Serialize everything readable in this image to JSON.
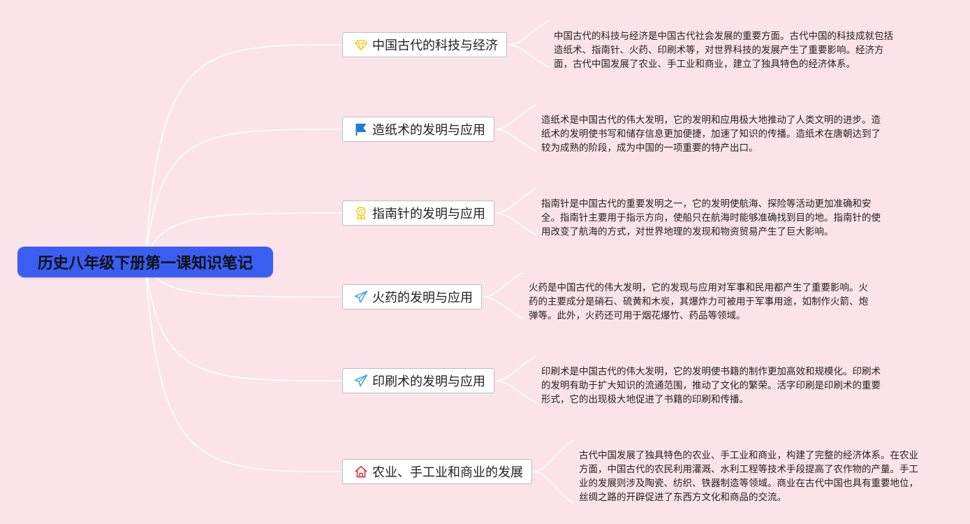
{
  "root": {
    "title": "历史八年级下册第一课知识笔记"
  },
  "topics": [
    {
      "label": "中国古代的科技与经济",
      "icon": "diamond-icon",
      "note": "中国古代的科技与经济是中国古代社会发展的重要方面。古代中国的科技成就包括造纸术、指南针、火药、印刷术等，对世界科技的发展产生了重要影响。经济方面，古代中国发展了农业、手工业和商业，建立了独具特色的经济体系。"
    },
    {
      "label": "造纸术的发明与应用",
      "icon": "flag-icon",
      "note": "造纸术是中国古代的伟大发明，它的发明和应用极大地推动了人类文明的进步。造纸术的发明使书写和储存信息更加便捷，加速了知识的传播。造纸术在唐朝达到了较为成熟的阶段，成为中国的一项重要的特产出口。"
    },
    {
      "label": "指南针的发明与应用",
      "icon": "award-icon",
      "note": "指南针是中国古代的重要发明之一，它的发明使航海、探险等活动更加准确和安全。指南针主要用于指示方向，使船只在航海时能够准确找到目的地。指南针的使用改变了航海的方式，对世界地理的发现和物资贸易产生了巨大影响。"
    },
    {
      "label": "火药的发明与应用",
      "icon": "paper-plane-icon",
      "note": "火药是中国古代的伟大发明，它的发现与应用对军事和民用都产生了重要影响。火药的主要成分是硝石、硫黄和木炭，其爆炸力可被用于军事用途，如制作火箭、炮弹等。此外，火药还可用于烟花爆竹、药品等领域。"
    },
    {
      "label": "印刷术的发明与应用",
      "icon": "paper-plane-icon",
      "note": "印刷术是中国古代的伟大发明，它的发明使书籍的制作更加高效和规模化。印刷术的发明有助于扩大知识的流通范围，推动了文化的繁荣。活字印刷是印刷术的重要形式，它的出现极大地促进了书籍的印刷和传播。"
    },
    {
      "label": "农业、手工业和商业的发展",
      "icon": "home-icon",
      "note": "古代中国发展了独具特色的农业、手工业和商业，构建了完整的经济体系。在农业方面，中国古代的农民利用灌溉、水利工程等技术手段提高了农作物的产量。手工业的发展则涉及陶瓷、纺织、铁器制造等领域。商业在古代中国也具有重要地位，丝绸之路的开辟促进了东西方文化和商品的交流。"
    }
  ],
  "colors": {
    "background": "#fbe3ea",
    "root_fill": "#3a5ef2",
    "connector": "#ffffff",
    "topic_border": "#b9c0c4",
    "icon_yellow": "#f5cf2a",
    "icon_blue": "#1e7bd8",
    "icon_sky": "#46a6dd",
    "icon_red": "#d8364a"
  }
}
